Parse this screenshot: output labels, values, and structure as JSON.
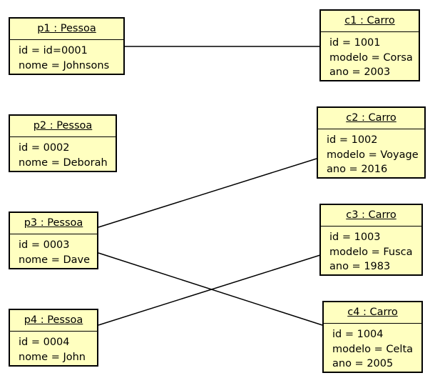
{
  "objects": {
    "p1": {
      "title": "p1 : Pessoa",
      "attrs": [
        "id = id=0001",
        "nome = Johnsons"
      ]
    },
    "p2": {
      "title": "p2 : Pessoa",
      "attrs": [
        "id = 0002",
        "nome = Deborah"
      ]
    },
    "p3": {
      "title": "p3 : Pessoa",
      "attrs": [
        "id = 0003",
        "nome = Dave"
      ]
    },
    "p4": {
      "title": "p4 : Pessoa",
      "attrs": [
        "id = 0004",
        "nome = John"
      ]
    },
    "c1": {
      "title": "c1 : Carro",
      "attrs": [
        "id = 1001",
        "modelo = Corsa",
        "ano = 2003"
      ]
    },
    "c2": {
      "title": "c2 : Carro",
      "attrs": [
        "id = 1002",
        "modelo = Voyage",
        "ano = 2016"
      ]
    },
    "c3": {
      "title": "c3 : Carro",
      "attrs": [
        "id = 1003",
        "modelo = Fusca",
        "ano = 1983"
      ]
    },
    "c4": {
      "title": "c4 : Carro",
      "attrs": [
        "id = 1004",
        "modelo = Celta",
        "ano = 2005"
      ]
    }
  },
  "links": [
    {
      "from": "p1",
      "to": "c1"
    },
    {
      "from": "p3",
      "to": "c2"
    },
    {
      "from": "p3",
      "to": "c4"
    },
    {
      "from": "p4",
      "to": "c3"
    }
  ],
  "colors": {
    "fill": "#ffffc0",
    "stroke": "#000000"
  }
}
